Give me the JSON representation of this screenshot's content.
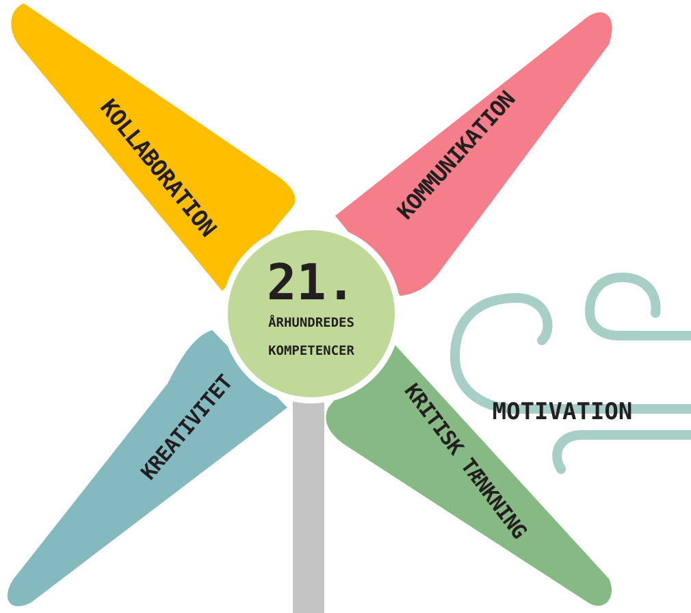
{
  "hub": {
    "number": "21.",
    "line1": "ÅRHUNDREDES",
    "line2": "KOMPETENCER",
    "color": "#c0d998"
  },
  "blades": [
    {
      "id": "kollaboration",
      "label": "KOLLABORATION",
      "color": "#ffbe00"
    },
    {
      "id": "kommunikation",
      "label": "KOMMUNIKATION",
      "color": "#f47f8a"
    },
    {
      "id": "kreativitet",
      "label": "KREATIVITET",
      "color": "#84b9bf"
    },
    {
      "id": "kritisk-taenkning",
      "label": "KRITISK TÆNKNING",
      "color": "#87b985"
    }
  ],
  "pole": {
    "color": "#c4c4c4"
  },
  "wind": {
    "label": "MOTIVATION",
    "color": "#a8cec8"
  }
}
